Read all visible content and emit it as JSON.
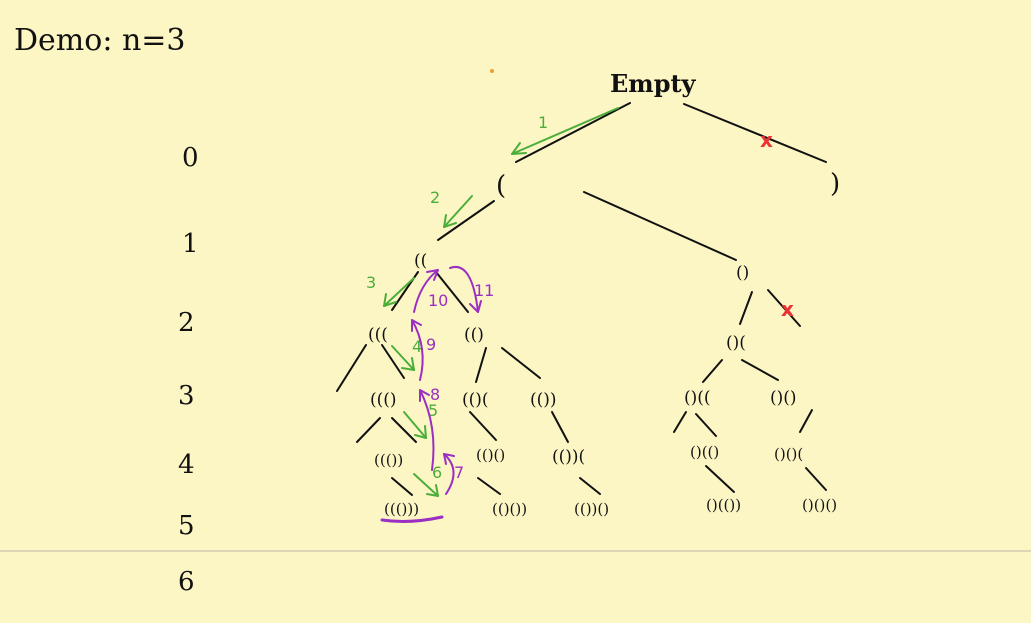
{
  "title": "Demo: n=3",
  "root": "Empty",
  "levels": [
    "0",
    "1",
    "2",
    "3",
    "4",
    "5",
    "6"
  ],
  "nodes": {
    "open1": "(",
    "close_root": ")",
    "oo": "((",
    "oc": "()",
    "ooo": "(((",
    "ooc": "(()",
    "oco": "()(",
    "oooc": "((()",
    "oocoo": "(()(",
    "oocc": "(())",
    "ococo": "()((",
    "ococ": "()()",
    "ooocc": "((())",
    "oococ": "(()()",
    "ooccо": "(())(",
    "ocooc": "()(()",
    "ococo2": "()()(",
    "r1": "((()))",
    "r2": "(()())",
    "r3": "(())()",
    "r4": "()(())",
    "r5": "()()()"
  },
  "green_steps": [
    "1",
    "2",
    "3",
    "4",
    "5",
    "6"
  ],
  "purple_steps": [
    "7",
    "8",
    "9",
    "10",
    "11"
  ],
  "cross": "x",
  "colors": {
    "background": "#fcf5c4",
    "green": "#4cae3a",
    "purple": "#9b2fc4",
    "red": "#e33333",
    "ink": "#111111"
  }
}
